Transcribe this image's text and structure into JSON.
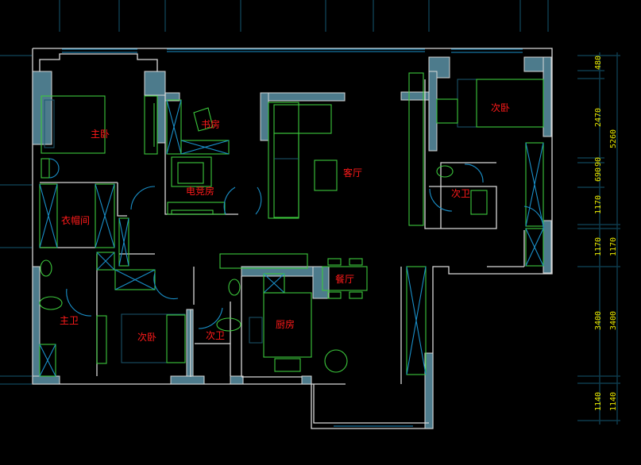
{
  "drawing": {
    "rooms": {
      "master_bedroom": "主卧",
      "study": "书房",
      "esports_room": "电竞房",
      "living_room": "客厅",
      "walk_in_closet": "衣帽间",
      "dining_room": "餐厅",
      "master_bathroom": "主卫",
      "second_bedroom_left": "次卧",
      "second_bathroom_left": "次卫",
      "kitchen": "厨房",
      "second_bedroom_right": "次卧",
      "second_bathroom_right": "次卫"
    },
    "dimensions_inner": [
      "480",
      "2470",
      "690",
      "90",
      "1170",
      "1170",
      "3400",
      "1140"
    ],
    "dimensions_outer": [
      "5260",
      "1170",
      "3400",
      "1140"
    ],
    "colors": {
      "background": "#000000",
      "wall": "#d8d8d8",
      "wall_fill": "#4d7b8c",
      "furniture": "#3cc83c",
      "fixture": "#1a8fc8",
      "room_label": "#ff1a1a",
      "dimension_text": "#e8e800"
    }
  }
}
